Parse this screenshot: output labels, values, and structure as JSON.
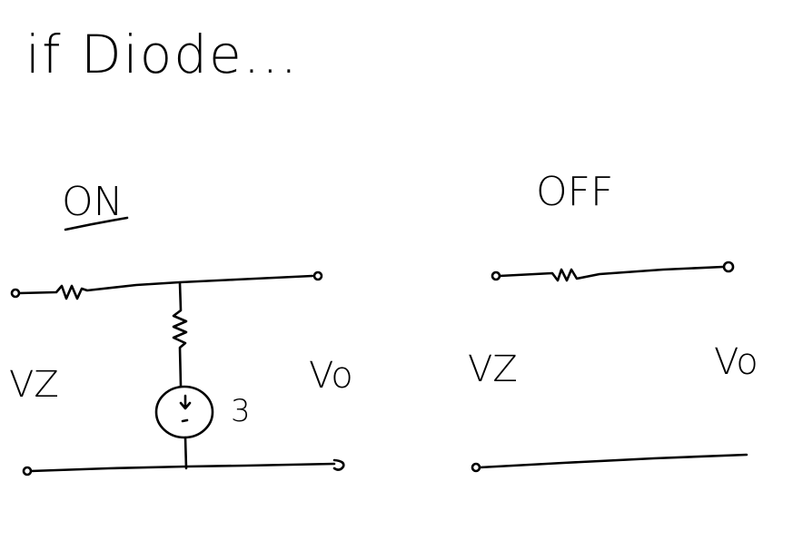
{
  "title": "if Diode...",
  "on_circuit": {
    "state_label": "ON",
    "input_label": "VZ",
    "output_label": "Vo",
    "source_value": "3"
  },
  "off_circuit": {
    "state_label": "OFF",
    "input_label": "VZ",
    "output_label": "Vo"
  }
}
